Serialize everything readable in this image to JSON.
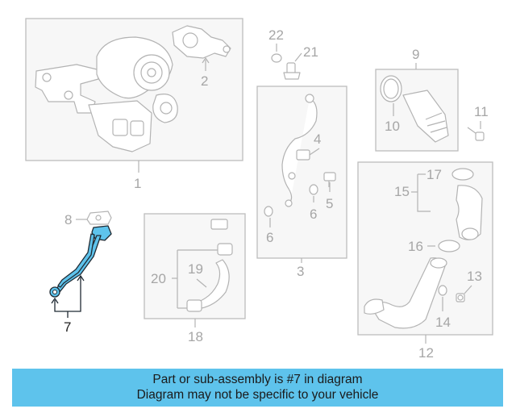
{
  "callouts": {
    "c1": "1",
    "c2": "2",
    "c3": "3",
    "c4": "4",
    "c5": "5",
    "c6a": "6",
    "c6b": "6",
    "c7": "7",
    "c8": "8",
    "c9": "9",
    "c10": "10",
    "c11": "11",
    "c12": "12",
    "c13": "13",
    "c14": "14",
    "c15": "15",
    "c16": "16",
    "c17": "17",
    "c18": "18",
    "c19": "19",
    "c20": "20",
    "c21": "21",
    "c22": "22"
  },
  "highlight_color": "#5ec3ec",
  "banner": {
    "line1": "Part or sub-assembly is #7 in diagram",
    "line2": "Diagram may not be specific to your vehicle"
  }
}
